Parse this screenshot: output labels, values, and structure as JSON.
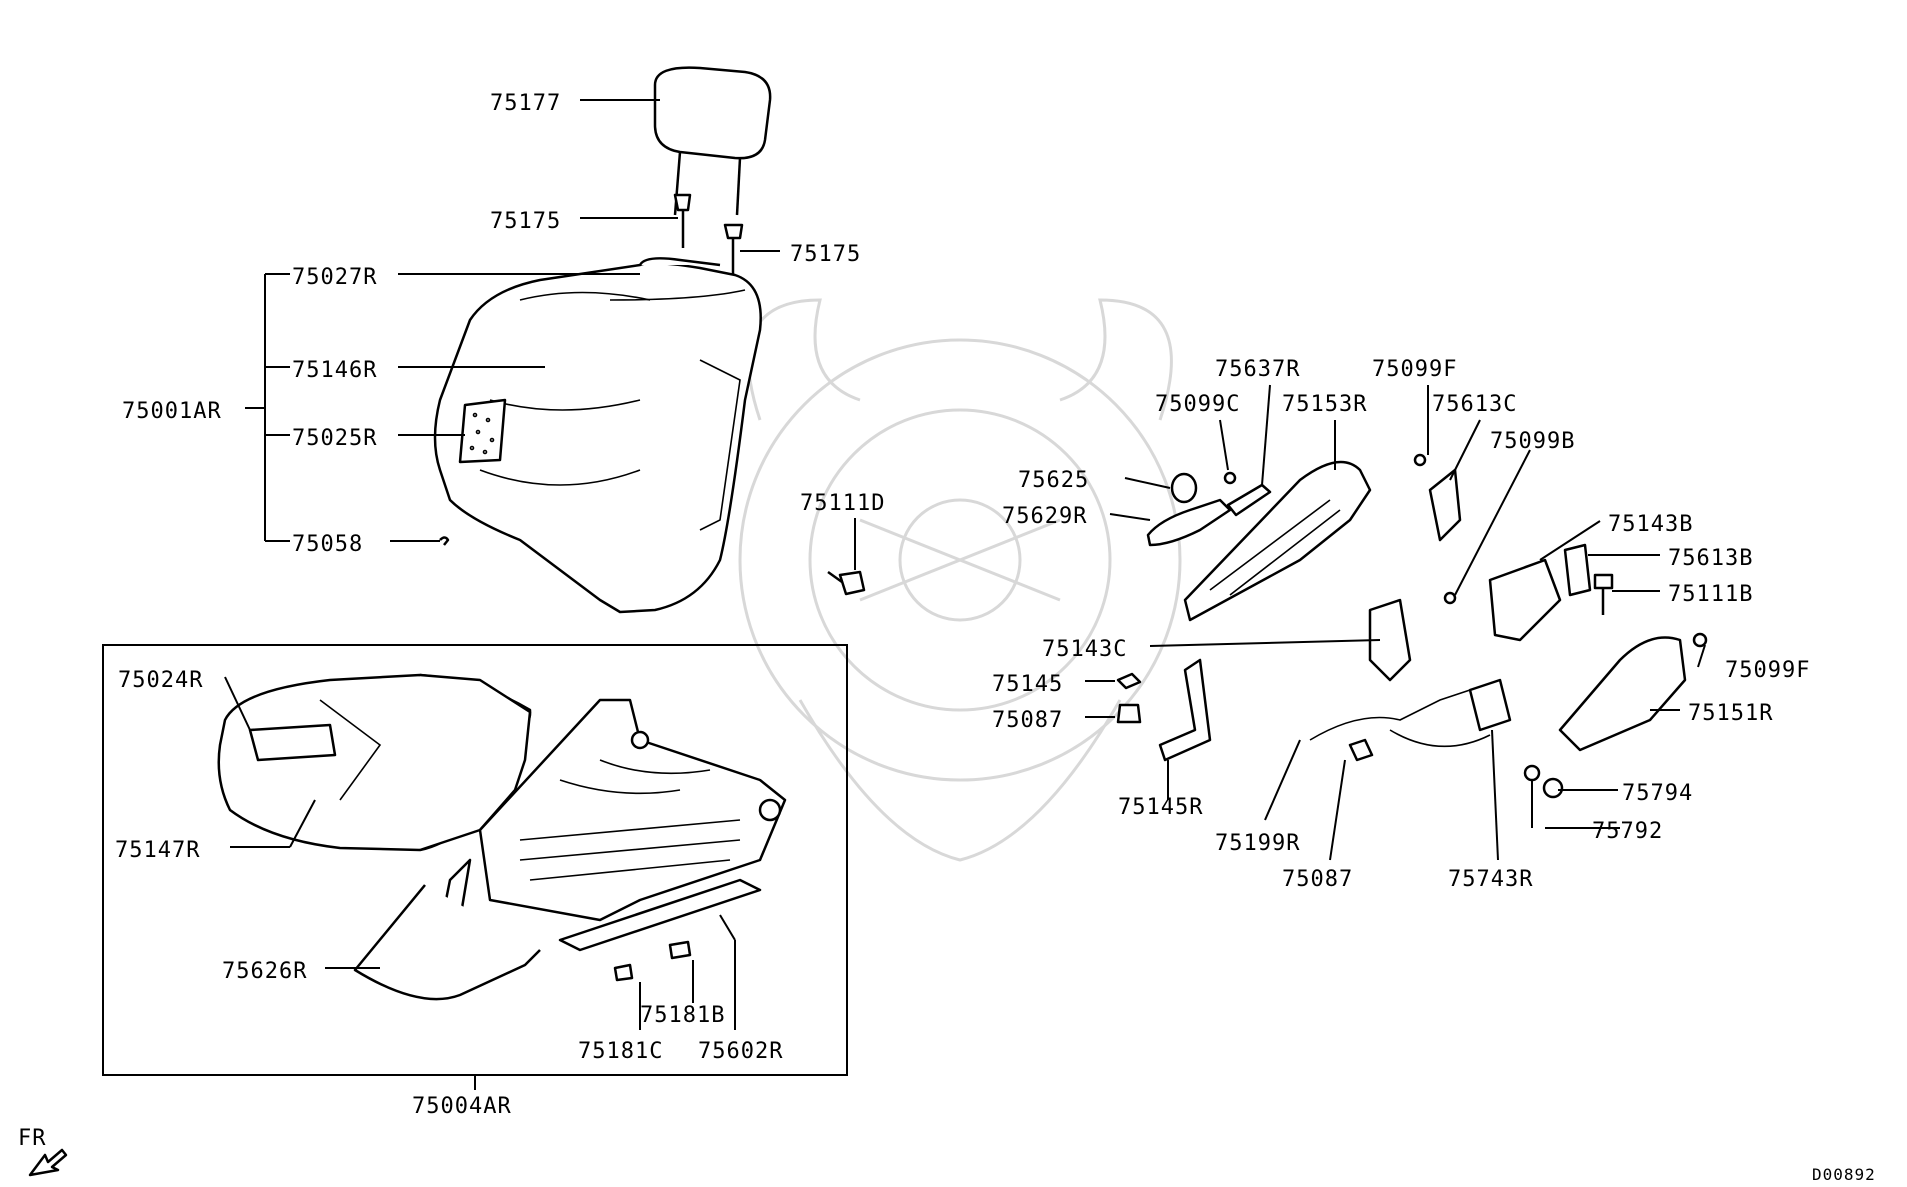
{
  "diagram": {
    "drawing_code": "D00892",
    "direction_label": "FR",
    "parts": [
      {
        "id": "p75177",
        "label": "75177"
      },
      {
        "id": "p75175a",
        "label": "75175"
      },
      {
        "id": "p75175b",
        "label": "75175"
      },
      {
        "id": "p75027R",
        "label": "75027R"
      },
      {
        "id": "p75146R",
        "label": "75146R"
      },
      {
        "id": "p75001AR",
        "label": "75001AR"
      },
      {
        "id": "p75025R",
        "label": "75025R"
      },
      {
        "id": "p75058",
        "label": "75058"
      },
      {
        "id": "p75111D",
        "label": "75111D"
      },
      {
        "id": "p75024R",
        "label": "75024R"
      },
      {
        "id": "p75147R",
        "label": "75147R"
      },
      {
        "id": "p75626R",
        "label": "75626R"
      },
      {
        "id": "p75181B",
        "label": "75181B"
      },
      {
        "id": "p75181C",
        "label": "75181C"
      },
      {
        "id": "p75602R",
        "label": "75602R"
      },
      {
        "id": "p75004AR",
        "label": "75004AR"
      },
      {
        "id": "p75637R",
        "label": "75637R"
      },
      {
        "id": "p75099F",
        "label": "75099F"
      },
      {
        "id": "p75099C",
        "label": "75099C"
      },
      {
        "id": "p75153R",
        "label": "75153R"
      },
      {
        "id": "p75613C",
        "label": "75613C"
      },
      {
        "id": "p75099B",
        "label": "75099B"
      },
      {
        "id": "p75625",
        "label": "75625"
      },
      {
        "id": "p75629R",
        "label": "75629R"
      },
      {
        "id": "p75143B",
        "label": "75143B"
      },
      {
        "id": "p75613B",
        "label": "75613B"
      },
      {
        "id": "p75111B",
        "label": "75111B"
      },
      {
        "id": "p75143C",
        "label": "75143C"
      },
      {
        "id": "p75099F2",
        "label": "75099F"
      },
      {
        "id": "p75145",
        "label": "75145"
      },
      {
        "id": "p75151R",
        "label": "75151R"
      },
      {
        "id": "p75087a",
        "label": "75087"
      },
      {
        "id": "p75794",
        "label": "75794"
      },
      {
        "id": "p75792",
        "label": "75792"
      },
      {
        "id": "p75145R",
        "label": "75145R"
      },
      {
        "id": "p75199R",
        "label": "75199R"
      },
      {
        "id": "p75087b",
        "label": "75087"
      },
      {
        "id": "p75743R",
        "label": "75743R"
      }
    ]
  }
}
